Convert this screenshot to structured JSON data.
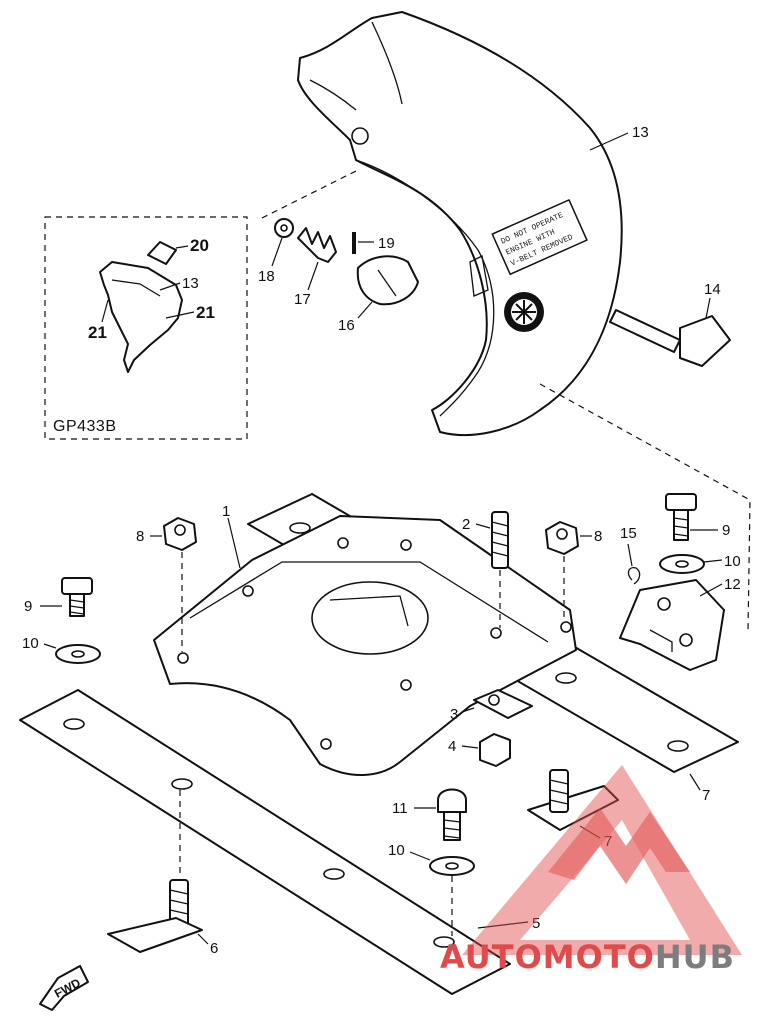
{
  "diagram": {
    "callouts": [
      {
        "num": "1"
      },
      {
        "num": "2"
      },
      {
        "num": "3"
      },
      {
        "num": "4"
      },
      {
        "num": "5"
      },
      {
        "num": "6"
      },
      {
        "num": "7"
      },
      {
        "num": "7"
      },
      {
        "num": "8"
      },
      {
        "num": "8"
      },
      {
        "num": "9"
      },
      {
        "num": "9"
      },
      {
        "num": "10"
      },
      {
        "num": "10"
      },
      {
        "num": "10"
      },
      {
        "num": "11"
      },
      {
        "num": "12"
      },
      {
        "num": "13"
      },
      {
        "num": "14"
      },
      {
        "num": "15"
      },
      {
        "num": "16"
      },
      {
        "num": "17"
      },
      {
        "num": "18"
      },
      {
        "num": "19"
      }
    ],
    "inset": {
      "id": "GP433B",
      "labels": [
        "20",
        "13",
        "21",
        "21"
      ]
    },
    "decal_lines": [
      "DO NOT OPERATE",
      "ENGINE WITH",
      "V-BELT REMOVED"
    ],
    "direction_arrow": "FWD"
  },
  "watermark": {
    "part1": "AUTO",
    "part2": "MOTO",
    "part3": "HUB",
    "colors": {
      "red": "#e04a4a",
      "gray": "#7d7d7d"
    }
  }
}
